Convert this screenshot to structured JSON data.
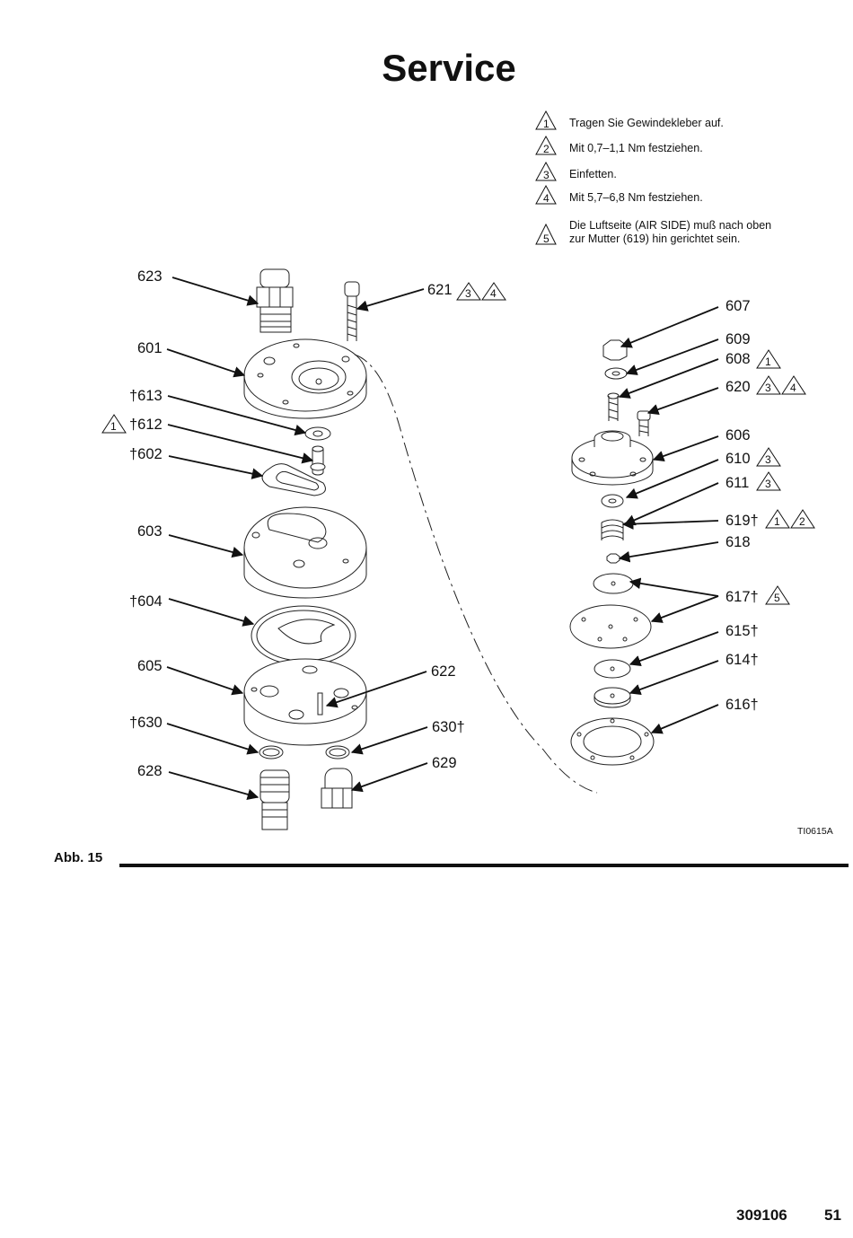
{
  "page_title": "Service",
  "legend": [
    {
      "num": "1",
      "text": "Tragen Sie Gewindekleber auf."
    },
    {
      "num": "2",
      "text": "Mit 0,7–1,1 Nm festziehen."
    },
    {
      "num": "3",
      "text": "Einfetten."
    },
    {
      "num": "4",
      "text": "Mit 5,7–6,8 Nm festziehen."
    },
    {
      "num": "5",
      "text_line1": "Die Luftseite (AIR SIDE) muß nach oben",
      "text_line2": "zur Mutter (619) hin gerichtet sein."
    }
  ],
  "callouts": {
    "c623": "623",
    "c621": "621",
    "c601": "601",
    "c613": "†613",
    "c612": "†612",
    "c602": "†602",
    "c603": "603",
    "c604": "†604",
    "c605": "605",
    "c622": "622",
    "c630a": "†630",
    "c630b": "630†",
    "c628": "628",
    "c629": "629",
    "c607": "607",
    "c609": "609",
    "c608": "608",
    "c620": "620",
    "c606": "606",
    "c610": "610",
    "c611": "611",
    "c619": "619†",
    "c618": "618",
    "c617": "617†",
    "c615": "615†",
    "c614": "614†",
    "c616": "616†"
  },
  "figure_ref": "TI0615A",
  "figure_caption": "Abb. 15",
  "footer": {
    "doc_number": "309106",
    "page_number": "51"
  }
}
